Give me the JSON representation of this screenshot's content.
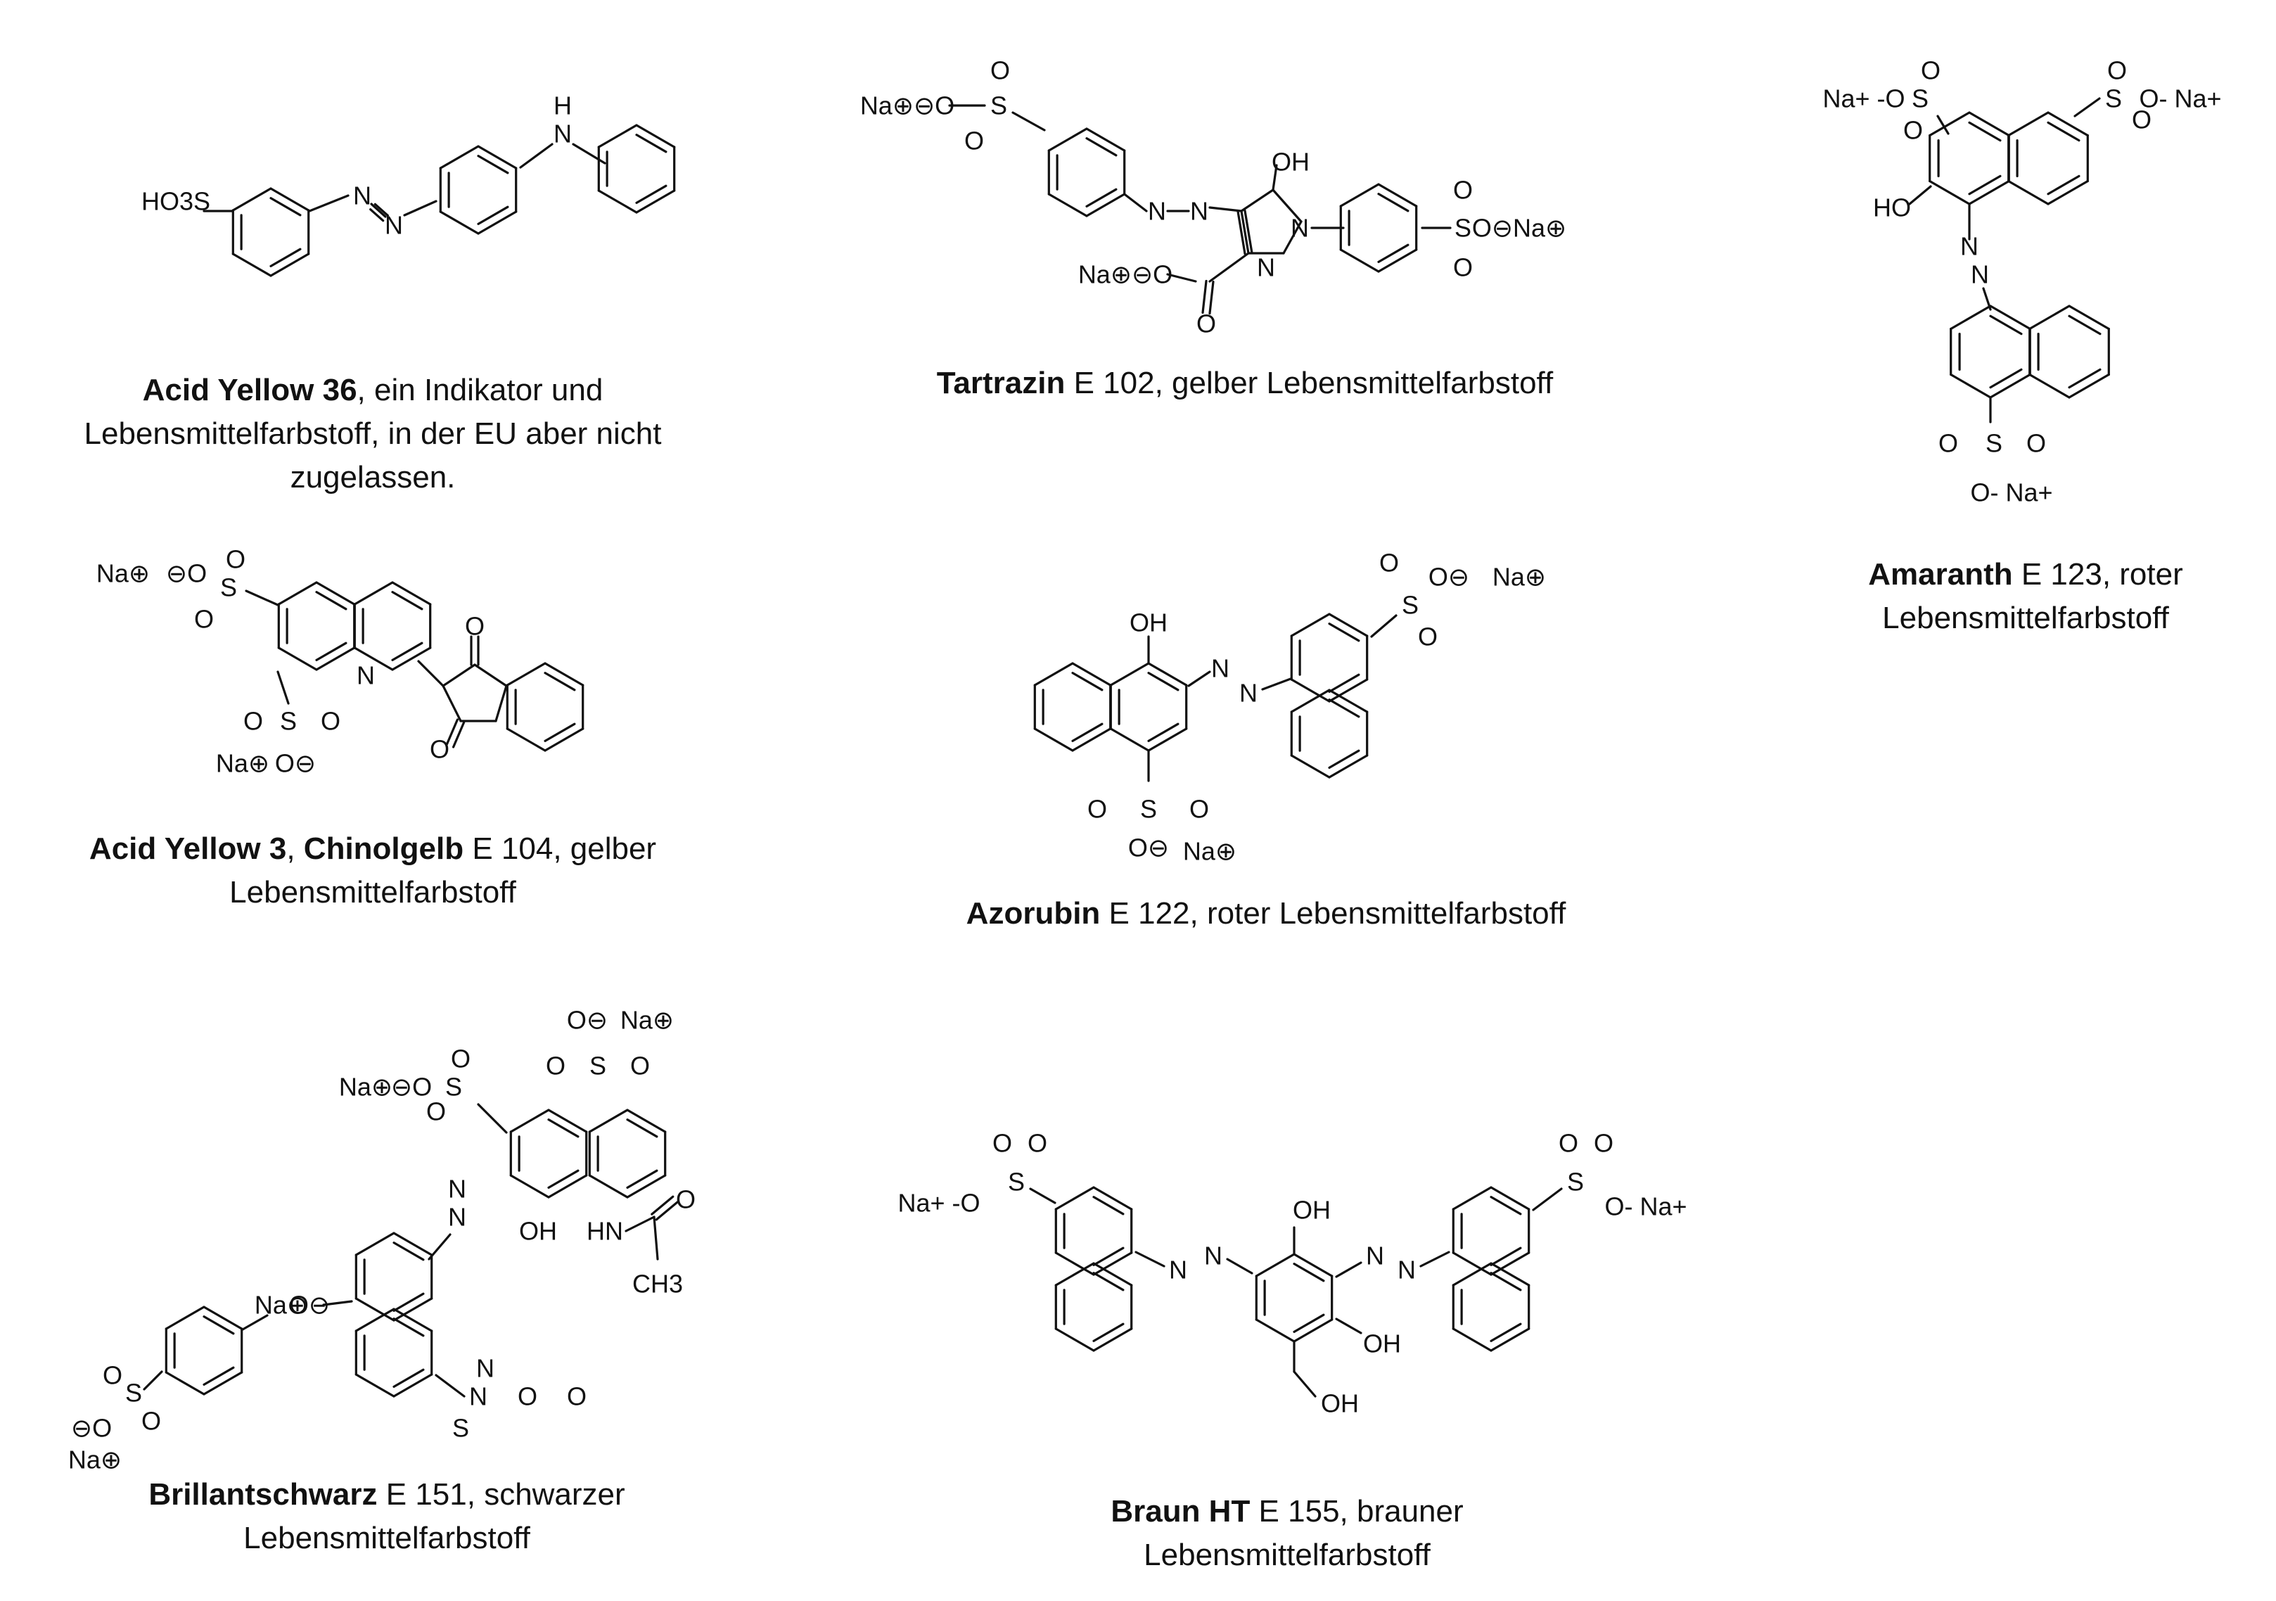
{
  "molecules": [
    {
      "id": "acid-yellow-36",
      "caption": {
        "bold": "Acid Yellow 36",
        "rest": ", ein Indikator und Lebensmittelfarbstoff, in der EU aber nicht zugelassen."
      },
      "labels": [
        "HO3S",
        "N",
        "N",
        "H",
        "N"
      ]
    },
    {
      "id": "tartrazin",
      "caption": {
        "bold": "Tartrazin",
        "rest": " E 102, gelber Lebensmittelfarbstoff"
      },
      "labels": [
        "Na⊕⊖O",
        "S",
        "O",
        "O",
        "N",
        "N",
        "OH",
        "N",
        "N",
        "S",
        "O",
        "O",
        "O⊖Na⊕",
        "Na⊕⊖O",
        "O"
      ]
    },
    {
      "id": "amaranth",
      "caption": {
        "bold": "Amaranth",
        "rest": " E 123, roter Lebensmittelfarbstoff"
      },
      "labels": [
        "Na+ -O",
        "S",
        "O",
        "O",
        "HO",
        "S",
        "O",
        "O",
        "O- Na+",
        "N",
        "N",
        "S",
        "O",
        "O",
        "O- Na+"
      ]
    },
    {
      "id": "chinolgelb",
      "caption": {
        "bold": "Acid Yellow 3",
        "mid": ", ",
        "bold2": "Chinolgelb",
        "rest": " E 104, gelber Lebensmittelfarbstoff"
      },
      "labels": [
        "Na⊕",
        "⊖O",
        "S",
        "O",
        "O",
        "N",
        "O",
        "O",
        "S",
        "O",
        "O",
        "Na⊕",
        "O⊖"
      ]
    },
    {
      "id": "azorubin",
      "caption": {
        "bold": "Azorubin",
        "rest": " E 122, roter Lebensmittelfarbstoff"
      },
      "labels": [
        "OH",
        "N",
        "N",
        "S",
        "O",
        "O",
        "O⊖",
        "Na⊕",
        "S",
        "O",
        "O",
        "O⊖",
        "Na⊕"
      ]
    },
    {
      "id": "brillantschwarz",
      "caption": {
        "bold": "Brillantschwarz",
        "rest": " E 151, schwarzer Lebensmittelfarbstoff"
      },
      "labels": [
        "O⊖",
        "Na⊕",
        "S",
        "O",
        "O",
        "Na⊕",
        "⊖O",
        "S",
        "O",
        "O",
        "N",
        "N",
        "OH",
        "HN",
        "O",
        "CH3",
        "N",
        "N",
        "S",
        "O",
        "O",
        "O⊖",
        "Na⊕",
        "S",
        "O",
        "O",
        "⊖O",
        "Na⊕"
      ]
    },
    {
      "id": "braun-ht",
      "caption": {
        "bold": "Braun HT",
        "rest": " E 155, brauner Lebensmittelfarbstoff"
      },
      "labels": [
        "Na+ -O",
        "S",
        "O",
        "O",
        "N",
        "N",
        "OH",
        "N",
        "N",
        "S",
        "O",
        "O",
        "O- Na+",
        "OH",
        "OH"
      ]
    }
  ]
}
